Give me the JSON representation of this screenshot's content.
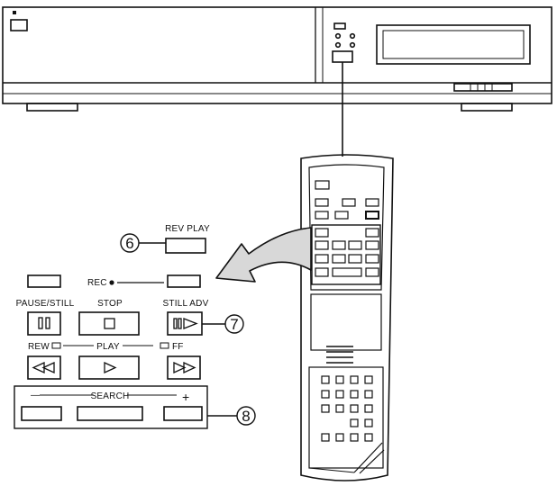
{
  "labels": {
    "rev_play": "REV PLAY",
    "rec": "REC",
    "pause_still": "PAUSE/STILL",
    "stop": "STOP",
    "still_adv": "STILL ADV",
    "rew": "REW",
    "play": "PLAY",
    "ff": "FF",
    "search": "SEARCH",
    "search_minus": "—",
    "search_plus": "+"
  },
  "callouts": {
    "six": "6",
    "seven": "7",
    "eight": "8"
  },
  "icons": {
    "pause": "pause-icon",
    "stop": "stop-icon",
    "still_adv": "still-advance-icon",
    "rewind": "rewind-icon",
    "play": "play-icon",
    "fast_forward": "fast-forward-icon"
  },
  "colors": {
    "ink": "#111111",
    "arrow_fill": "#d8d8d8",
    "paper": "#ffffff"
  }
}
